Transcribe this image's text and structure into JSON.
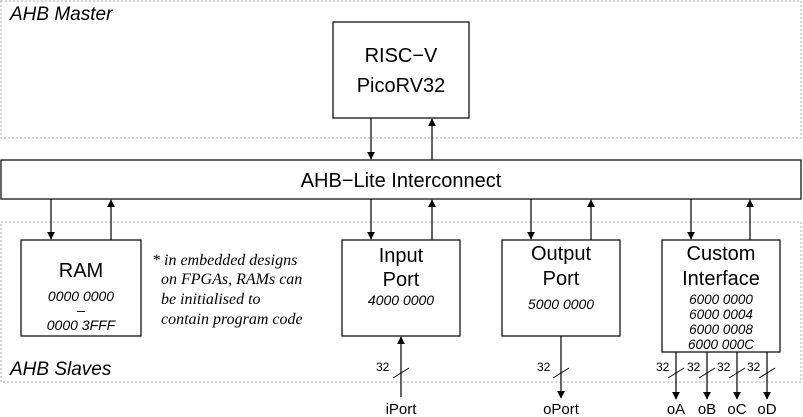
{
  "regions": {
    "master_label": "AHB Master",
    "slaves_label": "AHB Slaves"
  },
  "cpu": {
    "line1": "RISC−V",
    "line2": "PicoRV32"
  },
  "interconnect": {
    "label": "AHB−Lite Interconnect"
  },
  "ram": {
    "title": "RAM",
    "addr_start": "0000 0000",
    "addr_dash": "–",
    "addr_end": "0000 3FFF"
  },
  "note": {
    "line1": "* in embedded designs",
    "line2": "on FPGAs, RAMs can",
    "line3": "be initialised to",
    "line4": "contain program code"
  },
  "input_port": {
    "line1": "Input",
    "line2": "Port",
    "addr": "4000 0000",
    "bus_width": "32",
    "signal": "iPort"
  },
  "output_port": {
    "line1": "Output",
    "line2": "Port",
    "addr": "5000 0000",
    "bus_width": "32",
    "signal": "oPort"
  },
  "custom": {
    "line1": "Custom",
    "line2": "Interface",
    "addrs": [
      "6000 0000",
      "6000 0004",
      "6000 0008",
      "6000 000C"
    ],
    "outputs": [
      {
        "width": "32",
        "signal": "oA"
      },
      {
        "width": "32",
        "signal": "oB"
      },
      {
        "width": "32",
        "signal": "oC"
      },
      {
        "width": "32",
        "signal": "oD"
      }
    ]
  }
}
